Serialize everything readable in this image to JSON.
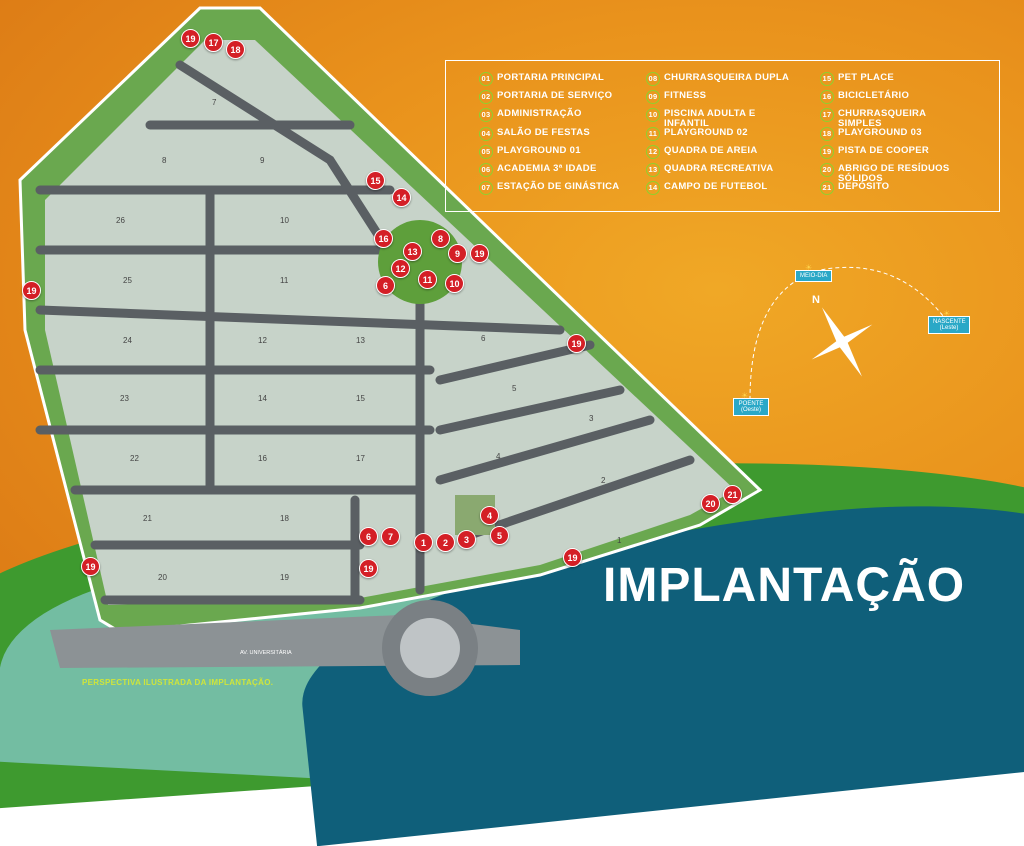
{
  "title": "IMPLANTAÇÃO",
  "caption": "PERSPECTIVA ILUSTRADA DA IMPLANTAÇÃO.",
  "road_label": "AV. UNIVERSITÁRIA",
  "compass": {
    "north": "N",
    "noon": "MEIO-DIA",
    "sunset": "POENTE (Oeste)",
    "sunrise": "NASCENTE (Leste)"
  },
  "legend": [
    [
      {
        "num": "01",
        "text": "PORTARIA PRINCIPAL"
      },
      {
        "num": "02",
        "text": "PORTARIA DE SERVIÇO"
      },
      {
        "num": "03",
        "text": "ADMINISTRAÇÃO"
      },
      {
        "num": "04",
        "text": "SALÃO DE FESTAS"
      },
      {
        "num": "05",
        "text": "PLAYGROUND 01"
      },
      {
        "num": "06",
        "text": "ACADEMIA 3ª IDADE"
      },
      {
        "num": "07",
        "text": "ESTAÇÃO DE GINÁSTICA"
      }
    ],
    [
      {
        "num": "08",
        "text": "CHURRASQUEIRA DUPLA"
      },
      {
        "num": "09",
        "text": "FITNESS"
      },
      {
        "num": "10",
        "text": "PISCINA ADULTA E INFANTIL"
      },
      {
        "num": "11",
        "text": "PLAYGROUND 02"
      },
      {
        "num": "12",
        "text": "QUADRA DE AREIA"
      },
      {
        "num": "13",
        "text": "QUADRA RECREATIVA"
      },
      {
        "num": "14",
        "text": "CAMPO DE FUTEBOL"
      }
    ],
    [
      {
        "num": "15",
        "text": "PET PLACE"
      },
      {
        "num": "16",
        "text": "BICICLETÁRIO"
      },
      {
        "num": "17",
        "text": "CHURRASQUEIRA SIMPLES"
      },
      {
        "num": "18",
        "text": "PLAYGROUND 03"
      },
      {
        "num": "19",
        "text": "PISTA DE COOPER"
      },
      {
        "num": "20",
        "text": "ABRIGO DE RESÍDUOS SÓLIDOS"
      },
      {
        "num": "21",
        "text": "DEPÓSITO"
      }
    ]
  ],
  "markers": [
    "19",
    "17",
    "18",
    "15",
    "14",
    "16",
    "8",
    "13",
    "9",
    "19",
    "12",
    "11",
    "10",
    "6",
    "19",
    "19",
    "4",
    "6",
    "7",
    "1",
    "2",
    "3",
    "5",
    "19",
    "19",
    "19",
    "20",
    "21"
  ],
  "blocks": [
    "1",
    "2",
    "3",
    "4",
    "5",
    "6",
    "7",
    "8",
    "9",
    "10",
    "11",
    "12",
    "13",
    "14",
    "15",
    "16",
    "17",
    "18",
    "19",
    "20",
    "21",
    "22",
    "23",
    "24",
    "25",
    "26"
  ],
  "colors": {
    "background": "#e9921c",
    "marker": "#d41f26",
    "legend_ring": "#8ed12e",
    "caption": "#cfe53b"
  }
}
